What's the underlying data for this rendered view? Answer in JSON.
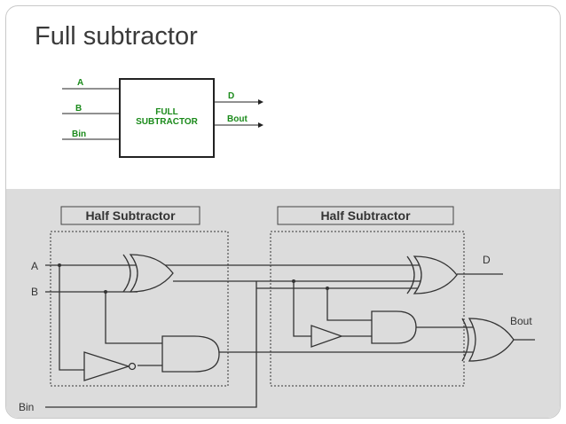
{
  "slide": {
    "title": "Full subtractor"
  },
  "block_diagram": {
    "inputs": [
      "A",
      "B",
      "Bin"
    ],
    "outputs": [
      "D",
      "Bout"
    ],
    "box_label_line1": "FULL",
    "box_label_line2": "SUBTRACTOR",
    "label_color": "#1a8a1a"
  },
  "circuit": {
    "half_subtractor_1_label": "Half Subtractor",
    "half_subtractor_2_label": "Half Subtractor",
    "input_a": "A",
    "input_b": "B",
    "input_bin": "Bin",
    "output_d": "D",
    "output_bout": "Bout",
    "background_color": "#dcdcdc"
  }
}
